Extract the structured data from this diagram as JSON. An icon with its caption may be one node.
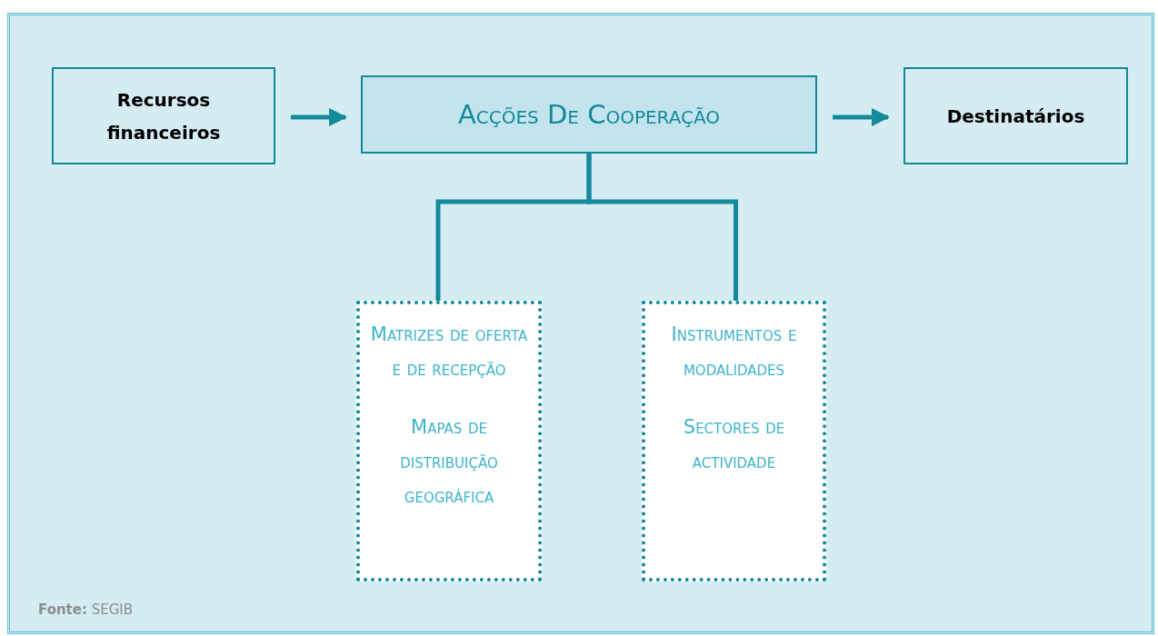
{
  "diagram": {
    "nodes": [
      {
        "text": [
          "Recursos financeiros"
        ]
      },
      {
        "text": [
          "Acções De Cooperação"
        ]
      },
      {
        "text": [
          "Destinatários"
        ]
      },
      {
        "text": [
          "Matrizes de oferta e de recepção",
          "Mapas de distribuição geográfica"
        ]
      },
      {
        "text": [
          "Instrumentos e modalidades",
          "Sectores de actividade"
        ]
      }
    ],
    "edges": [
      {
        "from": 0,
        "to": 1,
        "arrow": "to"
      },
      {
        "from": 1,
        "to": 2,
        "arrow": "to"
      },
      {
        "from": 1,
        "to": 3,
        "arrow": "none"
      },
      {
        "from": 1,
        "to": 4,
        "arrow": "none"
      }
    ],
    "labels": [
      "**Fonte:** SEGIB"
    ]
  }
}
